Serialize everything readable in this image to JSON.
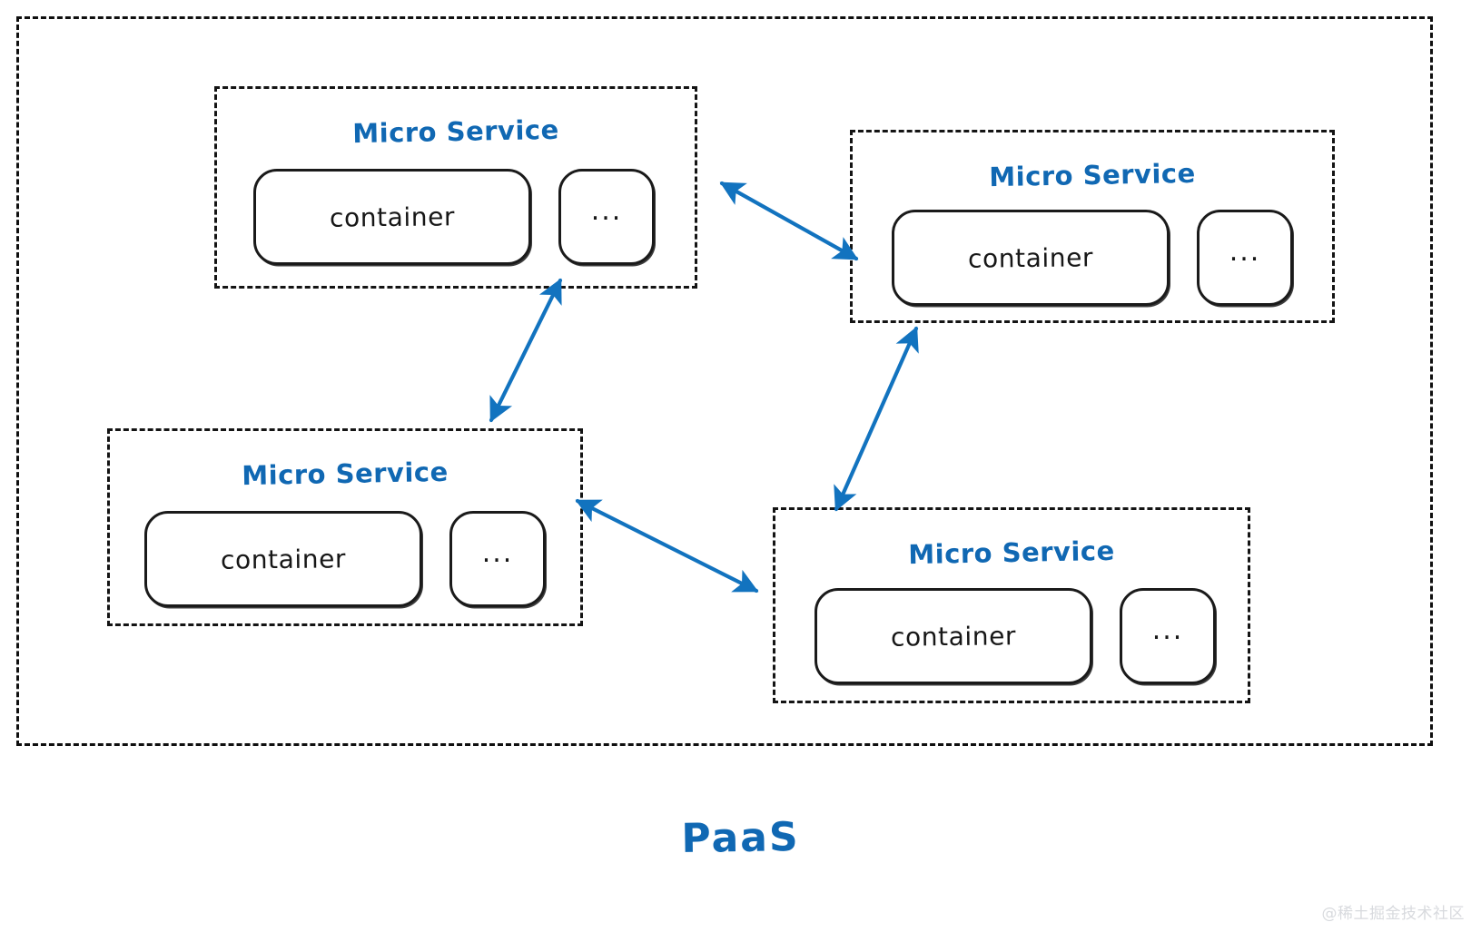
{
  "diagram": {
    "title_caption": "PaaS",
    "accent_color": "#1068b3",
    "stroke_color": "#141414",
    "background": "#ffffff",
    "watermark": "@稀土掘金技术社区",
    "boundary_label": "PaaS",
    "services": [
      {
        "id": "service-top-left",
        "title": "Micro Service",
        "container_label": "container",
        "more_label": "..."
      },
      {
        "id": "service-top-right",
        "title": "Micro Service",
        "container_label": "container",
        "more_label": "..."
      },
      {
        "id": "service-bottom-left",
        "title": "Micro Service",
        "container_label": "container",
        "more_label": "..."
      },
      {
        "id": "service-bottom-right",
        "title": "Micro Service",
        "container_label": "container",
        "more_label": "..."
      }
    ],
    "connections": [
      {
        "id": "conn-tl-tr",
        "from": "service-top-left",
        "to": "service-top-right",
        "style": "double-arrow"
      },
      {
        "id": "conn-tl-bl",
        "from": "service-top-left",
        "to": "service-bottom-left",
        "style": "double-arrow"
      },
      {
        "id": "conn-tr-br",
        "from": "service-top-right",
        "to": "service-bottom-right",
        "style": "double-arrow"
      },
      {
        "id": "conn-bl-br",
        "from": "service-bottom-left",
        "to": "service-bottom-right",
        "style": "double-arrow"
      }
    ]
  }
}
